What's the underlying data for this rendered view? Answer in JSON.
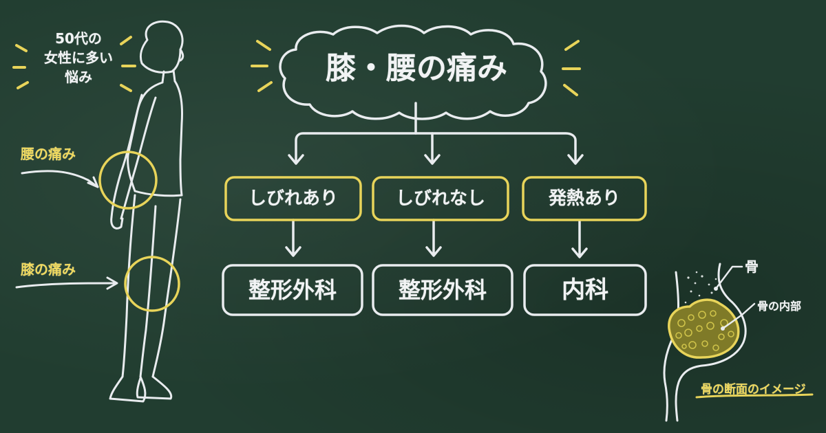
{
  "title": "膝・腰の痛み",
  "side_note": [
    "50代の",
    "女性に多い",
    "悩み"
  ],
  "body_labels": {
    "waist": "腰の痛み",
    "knee": "膝の痛み"
  },
  "branches": [
    {
      "condition": "しびれあり",
      "department": "整形外科"
    },
    {
      "condition": "しびれなし",
      "department": "整形外科"
    },
    {
      "condition": "発熱あり",
      "department": "内科"
    }
  ],
  "bone_diagram": {
    "bone_label": "骨",
    "inner_label": "骨の内部",
    "caption": "骨の断面のイメージ"
  },
  "colors": {
    "board": "#213d30",
    "chalk": "#e9ecef",
    "accent_yellow": "#e8d45a"
  }
}
